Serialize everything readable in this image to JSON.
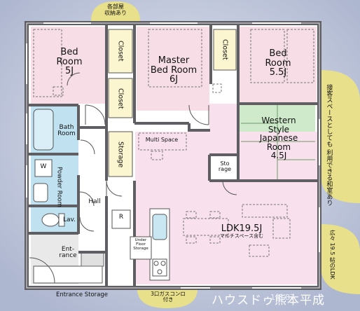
{
  "rooms": {
    "bed_left": {
      "name": "Bed\nRoom",
      "size": "5J"
    },
    "master": {
      "name": "Master\nBed Room",
      "size": "6J"
    },
    "bed_right": {
      "name": "Bed\nRoom",
      "size": "5.5J"
    },
    "western": {
      "name": "Western\nStyle\nJapanese\nRoom",
      "size": "4.5J"
    },
    "ldk": {
      "name": "LDK19.5J",
      "note": "マルチスペース含む"
    },
    "bath": "Bath\nRoom",
    "powder": "Powder Room",
    "washer": "W",
    "lav": "Lav.",
    "hall": "Hall",
    "entrance": "Ent-\nrance",
    "multi_space": "Multi Space",
    "storage_center": "Storage",
    "storage_right": "Sto\nrage",
    "closet_1": "Closet",
    "closet_2": "Closet",
    "closet_3": "Closet",
    "refrigerator": "R",
    "under_floor": "Under\nFloor\nStorage"
  },
  "callouts": {
    "closets_each_room": "各部屋\n収納あり",
    "japanese_room": "接客スペースとしても\n利用できる和室あり",
    "ldk_wide": "広々\n19.5\n帖のLDK",
    "stove": "3口ガスコンロ\n付き",
    "entrance_storage": "Entrance Storage"
  },
  "colors": {
    "bedroom": "#f6dde6",
    "ldk": "#f8e1ec",
    "japanese": "#cfeacb",
    "wet": "#bfe1f0",
    "hall": "#ffffff",
    "closet": "#fbf6cf",
    "wall": "#5f5f63",
    "callout": "#e8e08a"
  },
  "brand": {
    "text": "ハウスドゥ熊本平成",
    "property_id": "1 8 87"
  }
}
